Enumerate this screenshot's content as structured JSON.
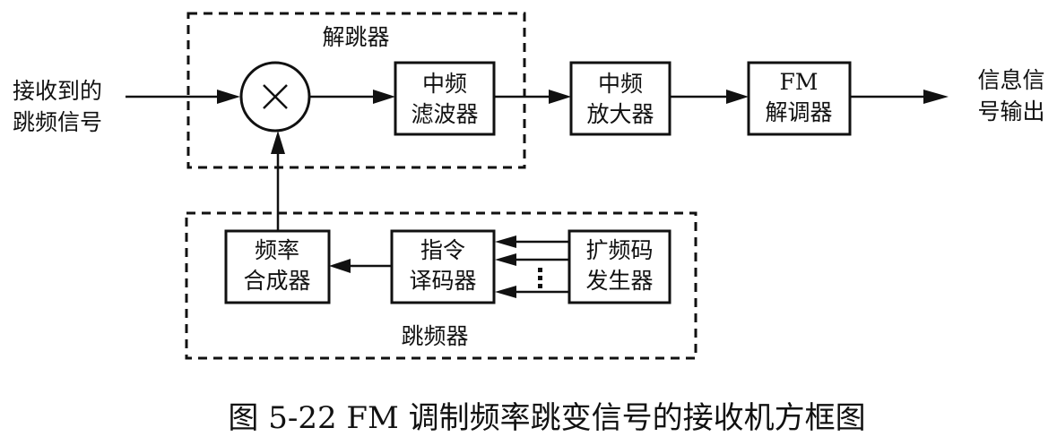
{
  "diagram": {
    "input": {
      "line1": "接收到的",
      "line2": "跳频信号"
    },
    "output": {
      "line1": "信息信",
      "line2": "号输出"
    },
    "dehopper": {
      "label": "解跳器"
    },
    "hopper": {
      "label": "跳频器"
    },
    "mixer": {
      "symbol": "×"
    },
    "if_filter": {
      "line1": "中频",
      "line2": "滤波器"
    },
    "if_amp": {
      "line1": "中频",
      "line2": "放大器"
    },
    "fm_demod": {
      "line1": "FM",
      "line2": "解调器"
    },
    "synth": {
      "line1": "频率",
      "line2": "合成器"
    },
    "decoder": {
      "line1": "指令",
      "line2": "译码器"
    },
    "pn_gen": {
      "line1": "扩频码",
      "line2": "发生器"
    },
    "parallel_dots": "⋮"
  },
  "caption": "图 5-22 FM 调制频率跳变信号的接收机方框图"
}
